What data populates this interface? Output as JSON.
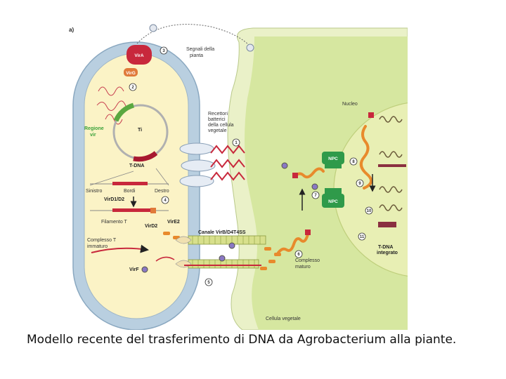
{
  "panel_label": "a)",
  "caption": "Modello recente del trasferimento di DNA da Agrobacterium alla piante.",
  "labels": {
    "vira": "VirA",
    "virg": "VirG",
    "segnali_1": "Segnali della",
    "segnali_2": "pianta",
    "nucleo": "Nucleo",
    "recettori_1": "Recettori",
    "recettori_2": "batterici",
    "recettori_3": "della cellula",
    "recettori_4": "vegetale",
    "regione_1": "Regione",
    "regione_2": "vir",
    "ti": "Ti",
    "tdna": "T-DNA",
    "sinistro": "Sinistro",
    "bordi": "Bordi",
    "destro": "Destro",
    "vird1d2": "VirD1/D2",
    "filamento": "Filamento T",
    "vird2": "VirD2",
    "vire2": "VirE2",
    "canale": "Canale VirB/D4T4SS",
    "complesso_imm_1": "Complesso T",
    "complesso_imm_2": "immaturo",
    "virf": "VirF",
    "complesso_mat_1": "Complesso",
    "complesso_mat_2": "maturo",
    "npc_top": "NPC",
    "npc_bottom": "NPC",
    "tdna_int_1": "T-DNA",
    "tdna_int_2": "integrato",
    "cellula": "Cellula vegetale"
  },
  "steps": [
    "1",
    "2",
    "3",
    "4",
    "5",
    "6",
    "7",
    "8",
    "9",
    "10",
    "11"
  ],
  "colors": {
    "bacterium_wall": "#b9cfe0",
    "bacterium_inner": "#fbf3c6",
    "plant_cell": "#d6e7a0",
    "plant_wall": "#eaf1c8",
    "nucleus": "#e8efb4",
    "vir_protein": "#c8283c",
    "vir_region": "#5aa840",
    "dna_orange": "#e88a2c",
    "npc": "#2f9a4a",
    "channel": "#d8e08c"
  }
}
